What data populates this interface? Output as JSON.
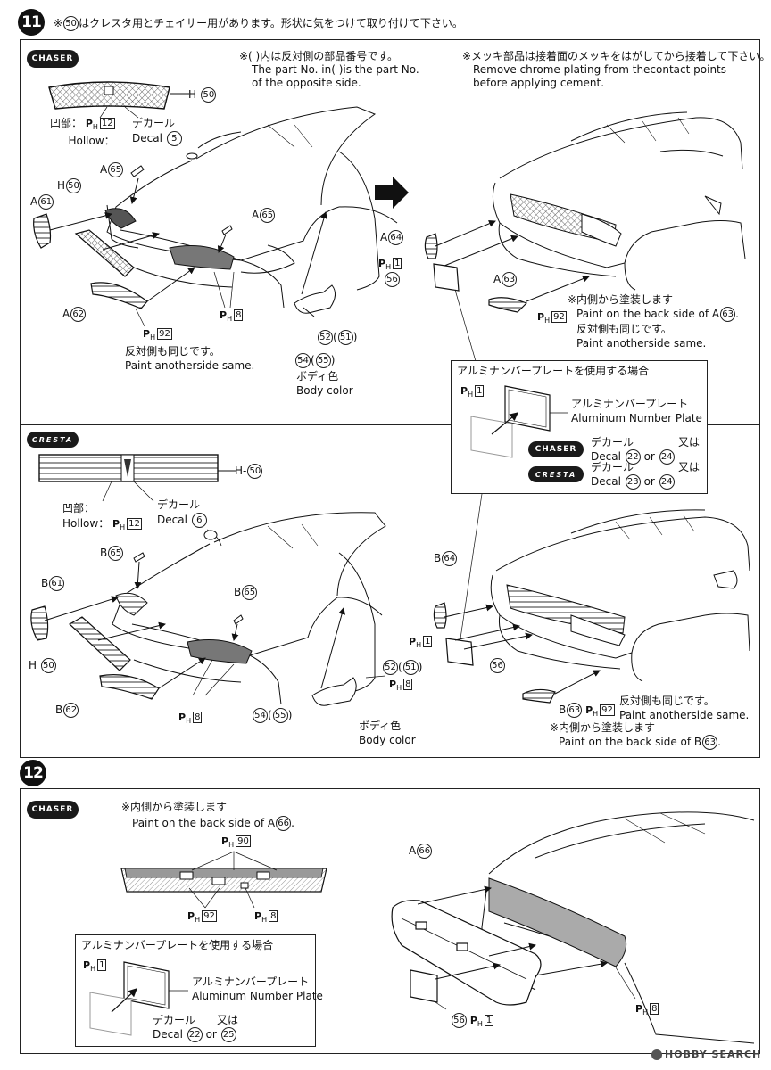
{
  "step11": {
    "number": "11",
    "note_mark": "※",
    "note_part": "50",
    "note_text": "はクレスタ用とチェイサー用があります。形状に気をつけて取り付けて下さい。"
  },
  "chaser_panel": {
    "badge": "CHASER",
    "opp_note_jp": "※(  )内は反対側の部品番号です。",
    "opp_note_en1": "The part No. in(  )is the part No.",
    "opp_note_en2": "of the opposite side.",
    "chrome_note_jp": "※メッキ部品は接着面のメッキをはがしてから接着して下さい。",
    "chrome_note_en1": "Remove chrome plating from thecontact points",
    "chrome_note_en2": "before applying cement.",
    "grille_label": "H",
    "grille_part": "50",
    "hollow_jp": "凹部：",
    "hollow_en": "Hollow：",
    "hollow_ph": "12",
    "decal_jp": "デカール",
    "decal_en": "Decal",
    "decal_no": "5",
    "a65_top": "65",
    "a61": "61",
    "h50": "50",
    "a65_mid": "65",
    "a62": "62",
    "ph8": "8",
    "ph92": "92",
    "same_jp": "反対側も同じです。",
    "same_en": "Paint anotherside same.",
    "m52": "52",
    "m51": "51",
    "m54": "54",
    "m55": "55",
    "body_jp": "ボディ色",
    "body_en": "Body color",
    "a64": "64",
    "ph1": "1",
    "m56": "56",
    "a63": "63",
    "ph92b": "92",
    "back_jp": "※内側から塗装します",
    "back_en": "Paint on the back side of A",
    "back_part": "63",
    "same2_jp": "反対側も同じです。",
    "same2_en": "Paint anotherside same.",
    "prefix_a": "A",
    "prefix_h": "H",
    "ph": "P",
    "ph_sub": "H"
  },
  "alum_inset": {
    "title": "アルミナンバープレートを使用する場合",
    "ph": "1",
    "plate_jp": "アルミナンバープレート",
    "plate_en": "Aluminum Number Plate",
    "chaser_badge": "CHASER",
    "cresta_badge": "CRESTA",
    "decal_jp": "デカール",
    "decal_en": "Decal",
    "or_jp": "又は",
    "or_en": "or",
    "chaser_d1": "22",
    "chaser_d2": "24",
    "cresta_d1": "23",
    "cresta_d2": "24"
  },
  "cresta_panel": {
    "badge": "CRESTA",
    "grille_label": "H",
    "grille_part": "50",
    "hollow_jp": "凹部：",
    "hollow_en": "Hollow：",
    "hollow_ph": "12",
    "decal_jp": "デカール",
    "decal_en": "Decal",
    "decal_no": "6",
    "b65_top": "65",
    "b61": "61",
    "b65_mid": "65",
    "h50": "50",
    "b62": "62",
    "ph8": "8",
    "m52": "52",
    "m51": "51",
    "ph8b": "8",
    "m54": "54",
    "m55": "55",
    "body_jp": "ボディ色",
    "body_en": "Body color",
    "b64": "64",
    "ph1": "1",
    "m56": "56",
    "b63": "63",
    "ph92": "92",
    "same_jp": "反対側も同じです。",
    "same_en": "Paint anotherside same.",
    "back_jp": "※内側から塗装します",
    "back_en": "Paint on the back side of B",
    "back_part": "63",
    "prefix_b": "B",
    "prefix_h": "H"
  },
  "step12": {
    "number": "12",
    "badge": "CHASER",
    "back_jp": "※内側から塗装します",
    "back_en": "Paint on the back side of A",
    "back_part": "66",
    "ph90": "90",
    "ph92": "92",
    "ph8": "8",
    "a66": "66",
    "m56": "56",
    "ph1": "1",
    "ph8b": "8",
    "inset_title": "アルミナンバープレートを使用する場合",
    "inset_ph": "1",
    "plate_jp": "アルミナンバープレート",
    "plate_en": "Aluminum Number Plate",
    "decal_jp": "デカール",
    "decal_en": "Decal",
    "d1": "22",
    "or_jp": "又は",
    "or_en": "or",
    "d2": "25",
    "prefix_a": "A"
  },
  "watermark": "HOBBY SEARCH"
}
